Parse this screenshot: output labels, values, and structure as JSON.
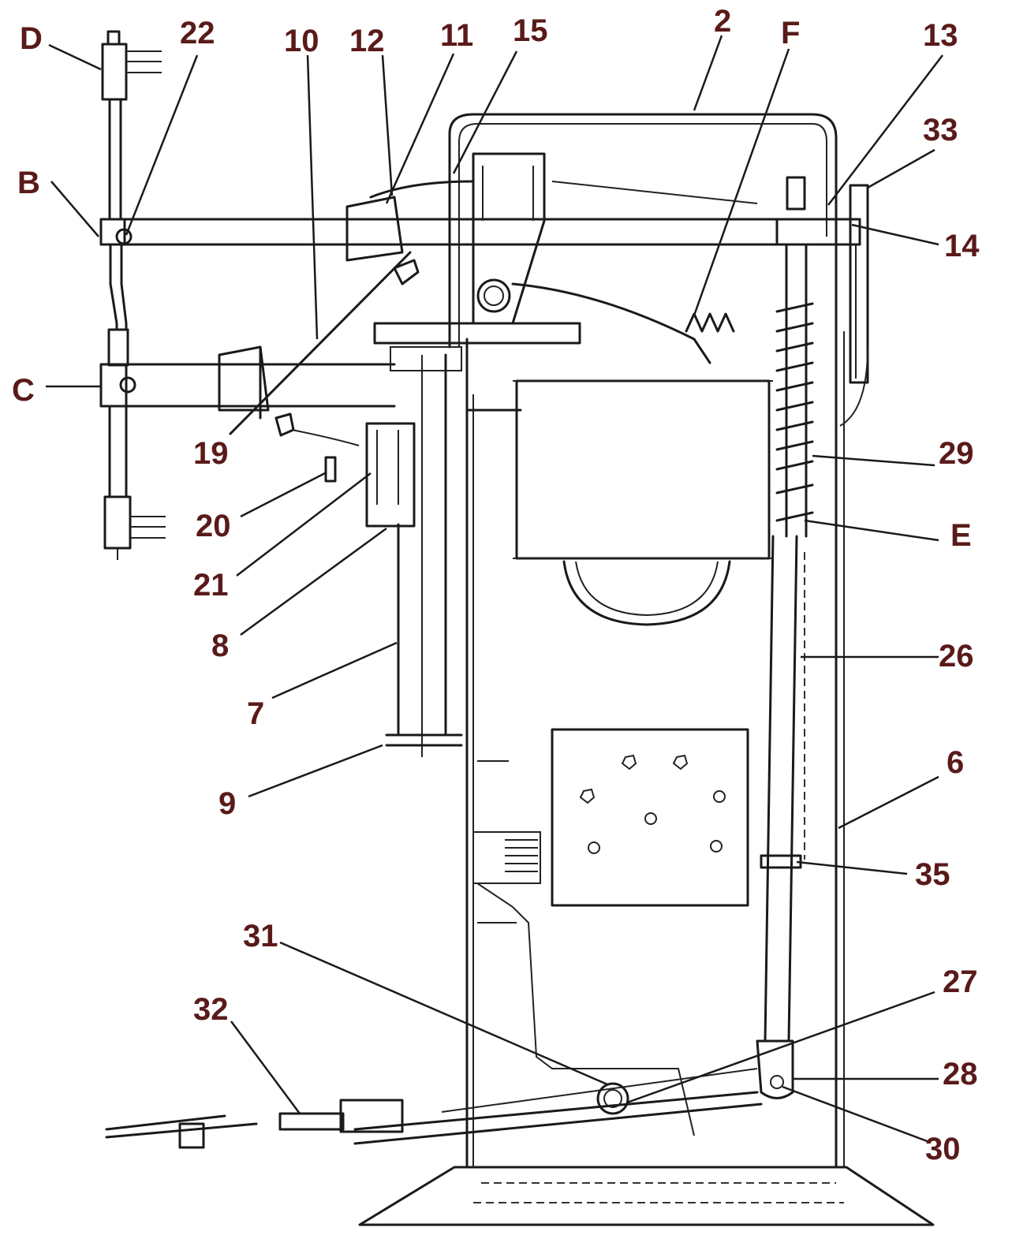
{
  "callouts": [
    {
      "id": "D",
      "text": "D"
    },
    {
      "id": "22",
      "text": "22"
    },
    {
      "id": "10",
      "text": "10"
    },
    {
      "id": "12",
      "text": "12"
    },
    {
      "id": "11",
      "text": "11"
    },
    {
      "id": "15",
      "text": "15"
    },
    {
      "id": "2",
      "text": "2"
    },
    {
      "id": "F",
      "text": "F"
    },
    {
      "id": "13",
      "text": "13"
    },
    {
      "id": "33",
      "text": "33"
    },
    {
      "id": "B",
      "text": "B"
    },
    {
      "id": "14",
      "text": "14"
    },
    {
      "id": "C",
      "text": "C"
    },
    {
      "id": "19",
      "text": "19"
    },
    {
      "id": "29",
      "text": "29"
    },
    {
      "id": "20",
      "text": "20"
    },
    {
      "id": "E",
      "text": "E"
    },
    {
      "id": "21",
      "text": "21"
    },
    {
      "id": "8",
      "text": "8"
    },
    {
      "id": "26",
      "text": "26"
    },
    {
      "id": "7",
      "text": "7"
    },
    {
      "id": "6",
      "text": "6"
    },
    {
      "id": "9",
      "text": "9"
    },
    {
      "id": "35",
      "text": "35"
    },
    {
      "id": "31",
      "text": "31"
    },
    {
      "id": "27",
      "text": "27"
    },
    {
      "id": "32",
      "text": "32"
    },
    {
      "id": "28",
      "text": "28"
    },
    {
      "id": "30",
      "text": "30"
    }
  ],
  "colors": {
    "line": "#1a1a1a",
    "label": "#5a1a1a",
    "background": "#ffffff"
  }
}
